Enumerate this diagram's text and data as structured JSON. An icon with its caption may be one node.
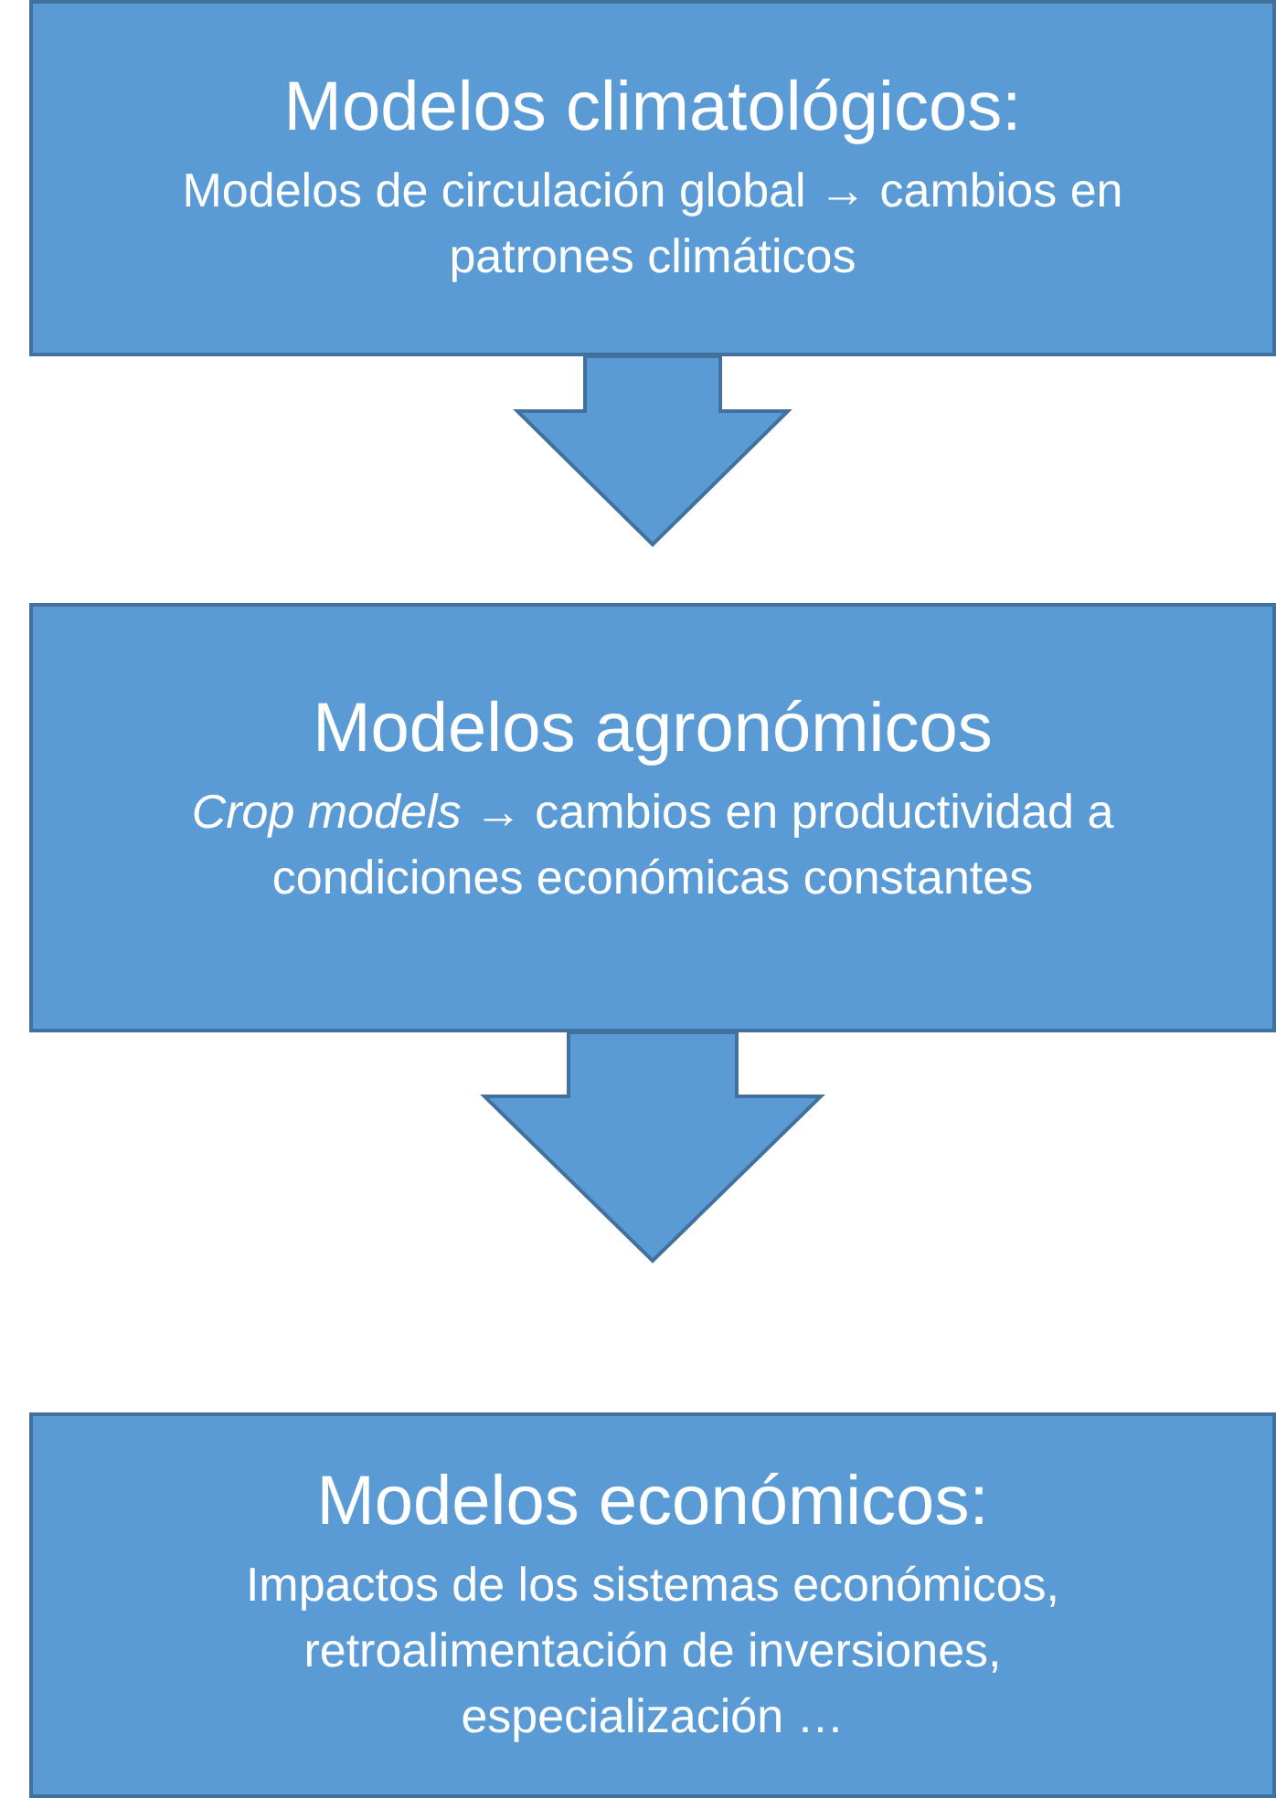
{
  "diagram": {
    "nodes": [
      {
        "text": [
          "Modelos climatológicos:",
          "Modelos de circulación global → cambios en patrones climáticos"
        ]
      },
      {
        "text": [
          "Modelos agronómicos",
          "*Crop models* → cambios en productividad a condiciones económicas constantes"
        ]
      },
      {
        "text": [
          "Modelos económicos:",
          "Impactos de los sistemas económicos, retroalimentación de inversiones, especialización …"
        ]
      }
    ],
    "edges": [
      {
        "from": 0,
        "to": 1,
        "arrow": "to"
      },
      {
        "from": 1,
        "to": 2,
        "arrow": "to"
      }
    ]
  }
}
